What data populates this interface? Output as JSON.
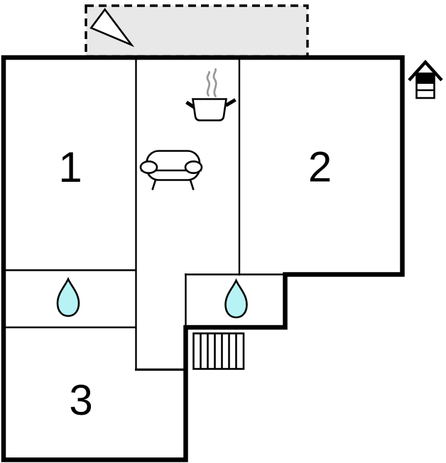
{
  "floorplan": {
    "rooms": [
      {
        "number": "1"
      },
      {
        "number": "2"
      },
      {
        "number": "3"
      }
    ],
    "colors": {
      "wall": "#000000",
      "room_fill": "#ffffff",
      "terrace_fill": "#e8e8e8",
      "terrace_border": "#000000",
      "water_drop": "#b7f3f5",
      "steam": "#999999",
      "background": "#ffffff"
    },
    "icons": {
      "terrace_arrow": "direction-triangle",
      "kitchen": "cooking-pot-with-steam",
      "living_room": "sofa",
      "bathroom_1": "water-drop",
      "bathroom_2": "water-drop",
      "stairs": "striped-steps",
      "house_marker": "house-with-roof"
    }
  }
}
